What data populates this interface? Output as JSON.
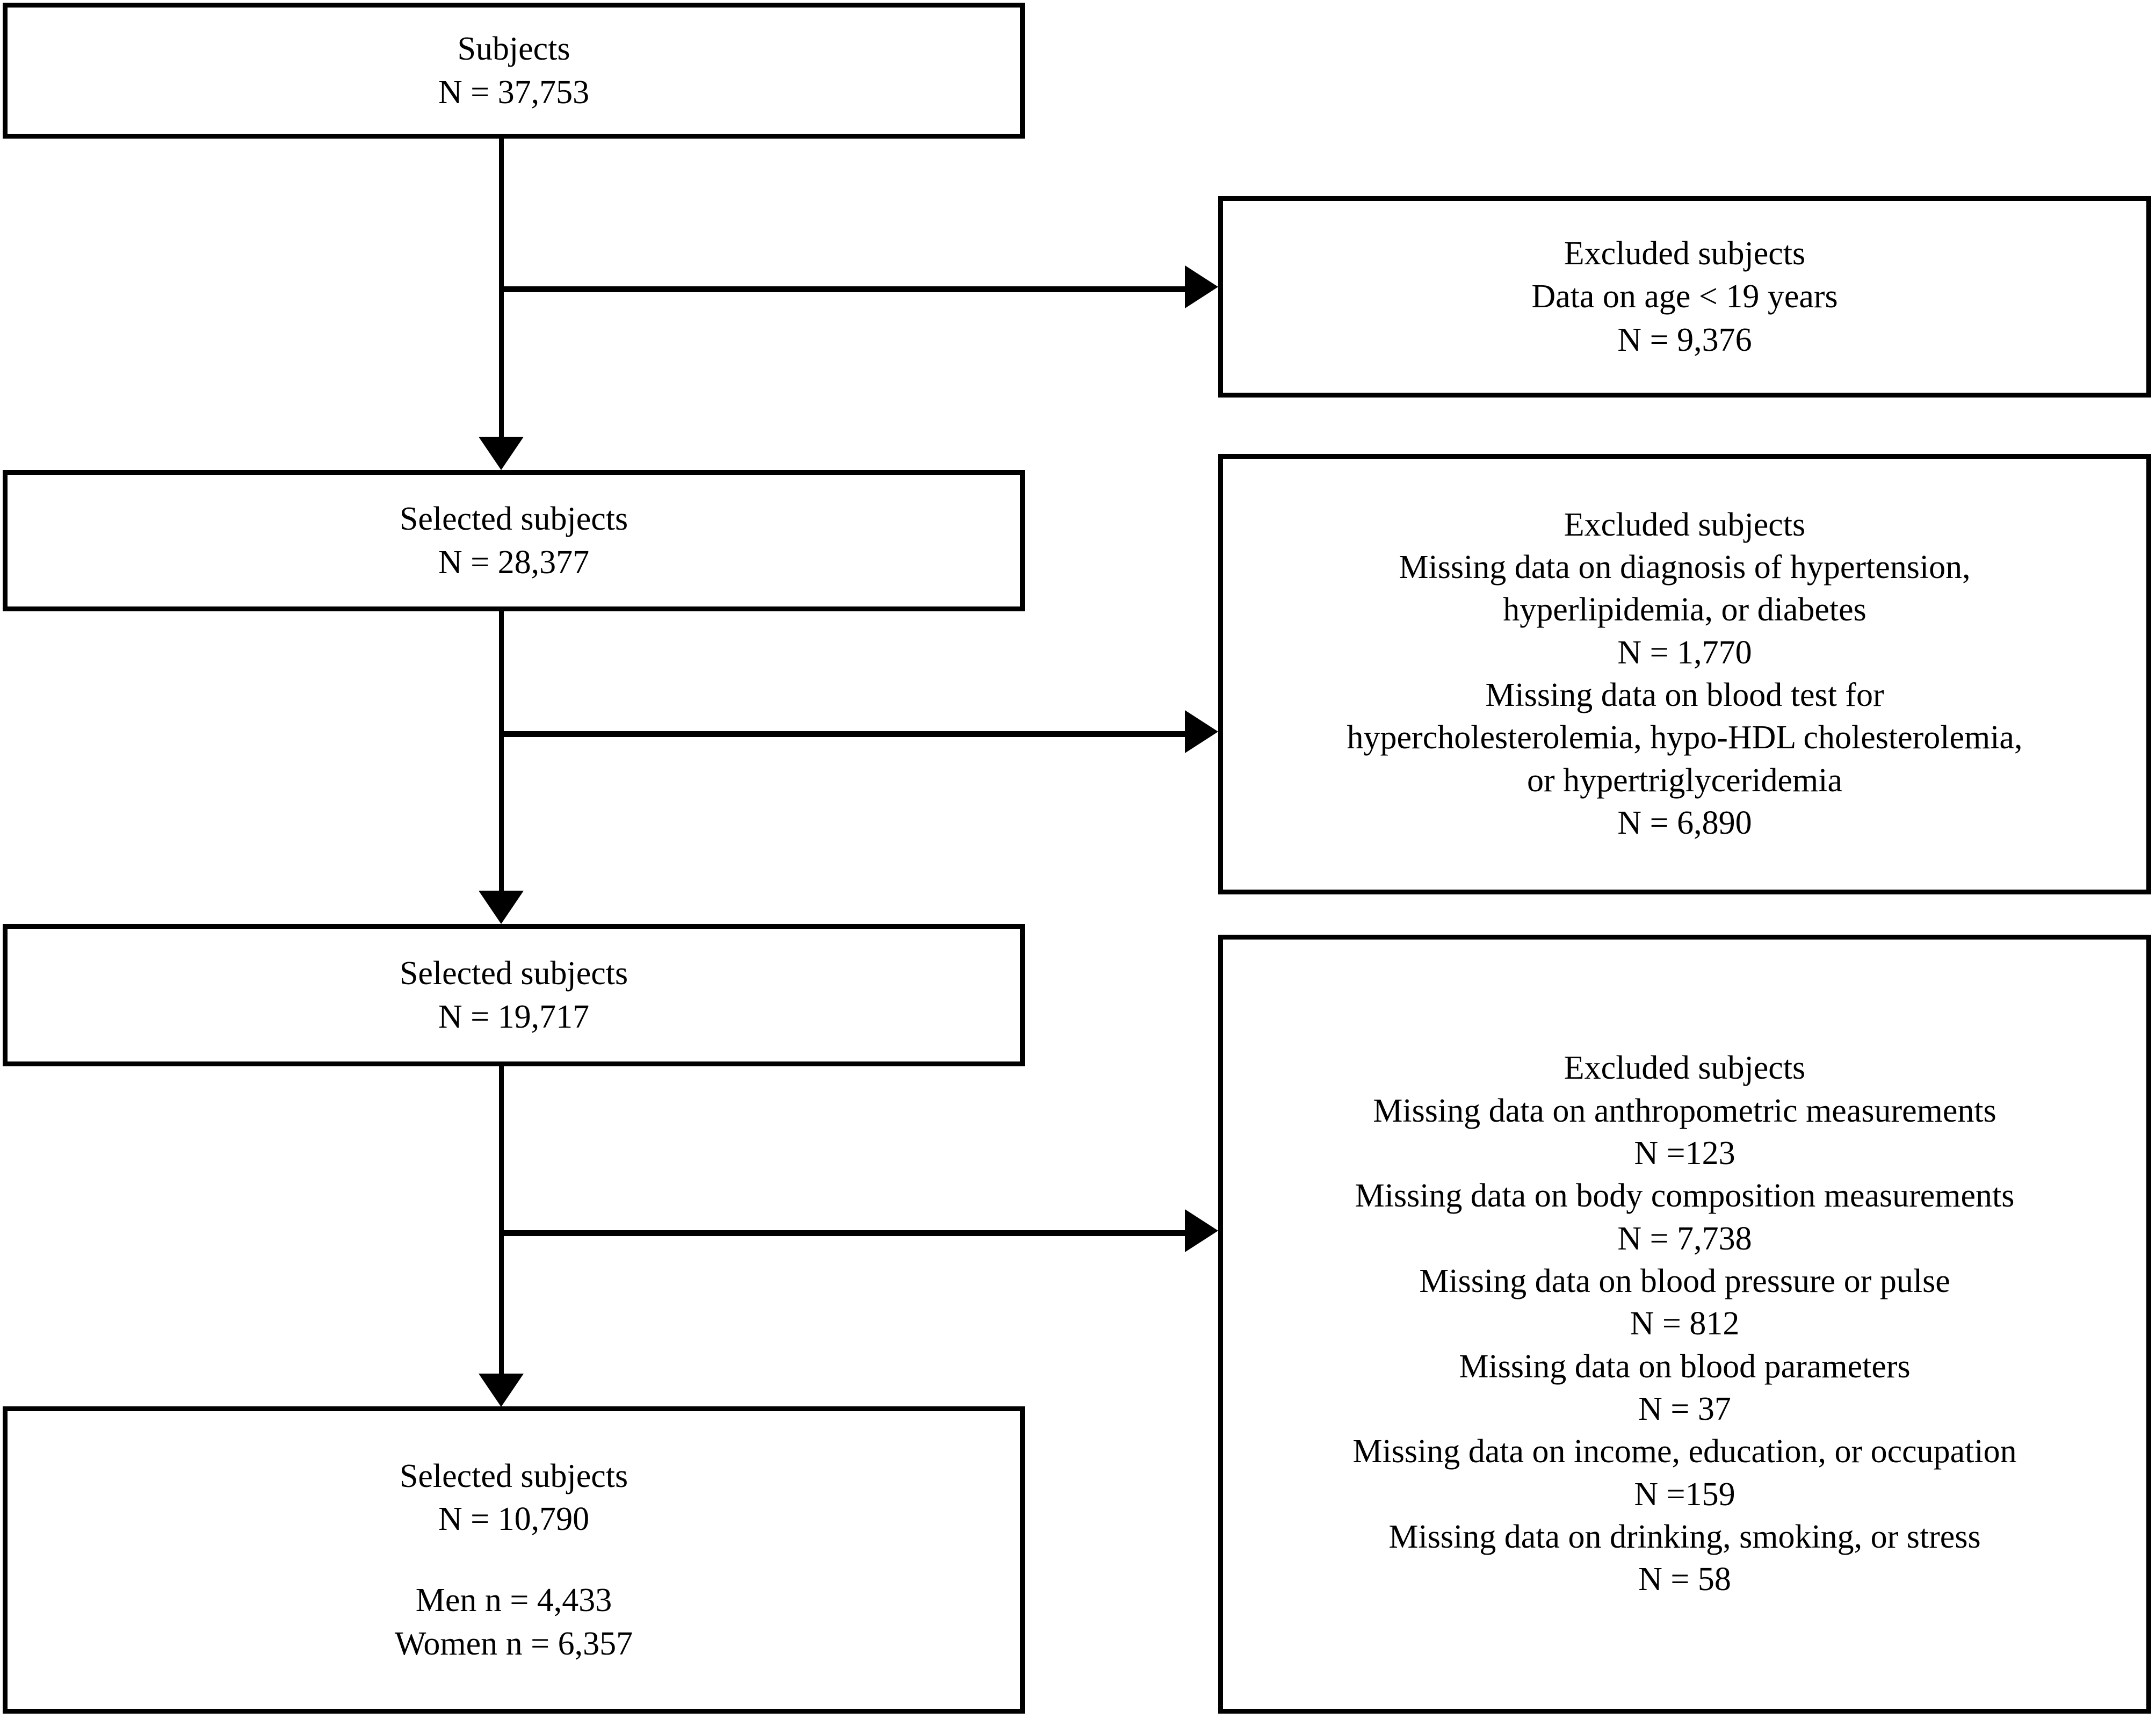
{
  "diagram": {
    "type": "study-participant-flowchart",
    "orientation": "top-to-bottom with right-side exclusion branches",
    "main_nodes": [
      {
        "id": "subjects",
        "lines": [
          "Subjects",
          "N = 37,753"
        ]
      },
      {
        "id": "selected-1",
        "lines": [
          "Selected subjects",
          "N = 28,377"
        ]
      },
      {
        "id": "selected-2",
        "lines": [
          "Selected subjects",
          "N = 19,717"
        ]
      },
      {
        "id": "selected-3",
        "lines": [
          "Selected subjects",
          "N = 10,790",
          "",
          "Men n = 4,433",
          "Women n = 6,357"
        ]
      }
    ],
    "excluded_nodes": [
      {
        "id": "excluded-1",
        "lines": [
          "Excluded subjects",
          "Data on age < 19 years",
          "N = 9,376"
        ]
      },
      {
        "id": "excluded-2",
        "lines": [
          "Excluded subjects",
          "Missing data on diagnosis of  hypertension,",
          "hyperlipidemia, or diabetes",
          "N = 1,770",
          "Missing data on blood test for",
          "hypercholesterolemia, hypo-HDL cholesterolemia,",
          "or hypertriglyceridemia",
          "N = 6,890"
        ]
      },
      {
        "id": "excluded-3",
        "lines": [
          "Excluded subjects",
          "Missing data on anthropometric measurements",
          "N =123",
          "Missing data on body composition measurements",
          "N = 7,738",
          "Missing data on blood pressure or pulse",
          "N = 812",
          "Missing data on blood parameters",
          "N = 37",
          "Missing data on income, education, or occupation",
          "N =159",
          "Missing data on drinking, smoking, or stress",
          "N = 58"
        ]
      }
    ],
    "counts": {
      "total_subjects": 37753,
      "after_age_exclusion": 28377,
      "after_diagnosis_and_bloodtest_exclusion": 19717,
      "final_selected": 10790,
      "men": 4433,
      "women": 6357,
      "excluded_age_under_19": 9376,
      "excluded_missing_diagnosis": 1770,
      "excluded_missing_blood_test": 6890,
      "excluded_missing_anthropometric": 123,
      "excluded_missing_body_composition": 7738,
      "excluded_missing_bp_or_pulse": 812,
      "excluded_missing_blood_parameters": 37,
      "excluded_missing_socioeconomic": 159,
      "excluded_missing_lifestyle": 58
    },
    "colors": {
      "border": "#000000",
      "background": "#ffffff",
      "text": "#000000"
    }
  }
}
